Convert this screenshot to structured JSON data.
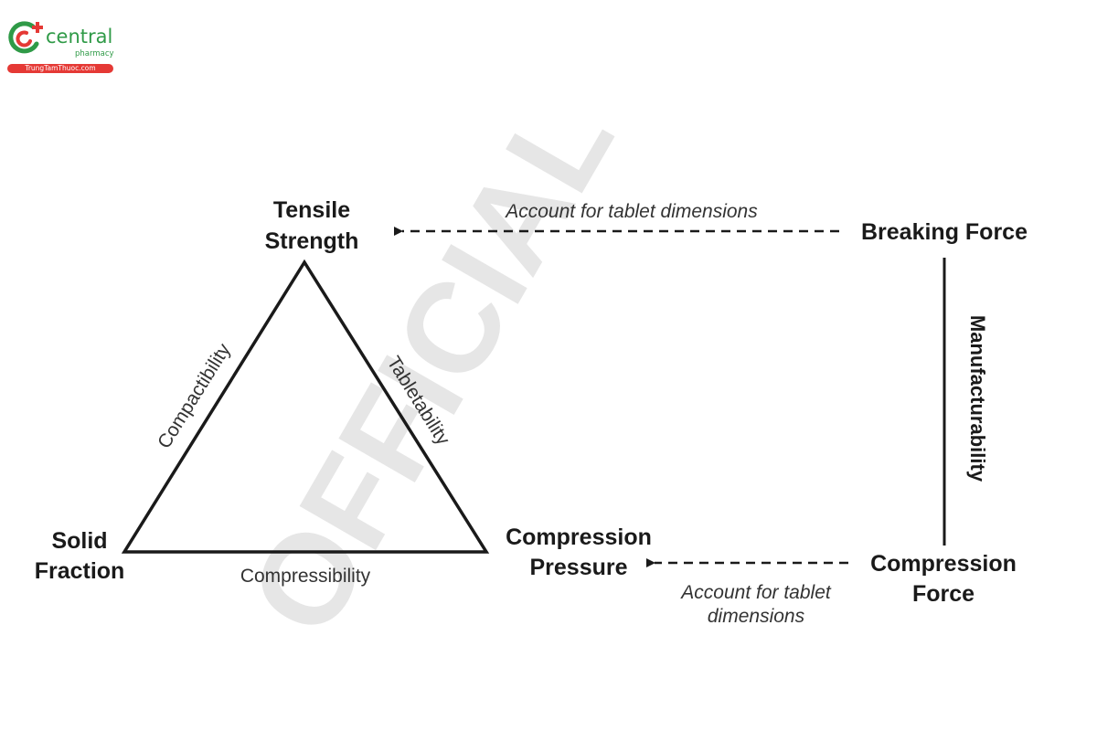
{
  "logo": {
    "brand": "central",
    "sub": "pharmacy",
    "site": "TrungTamThuoc.com",
    "colors": {
      "green": "#2f9a47",
      "red": "#e53935"
    }
  },
  "watermark": "OFFICIAL",
  "nodes": {
    "tensile_strength": [
      "Tensile",
      "Strength"
    ],
    "solid_fraction": [
      "Solid",
      "Fraction"
    ],
    "compression_pressure": [
      "Compression",
      "Pressure"
    ],
    "breaking_force": "Breaking Force",
    "compression_force": [
      "Compression",
      "Force"
    ]
  },
  "edges": {
    "compactibility": "Compactibility",
    "tabletability": "Tabletability",
    "compressibility": "Compressibility",
    "manufacturability": "Manufacturability"
  },
  "notes": {
    "top": "Account for tablet dimensions",
    "bottom": [
      "Account for tablet",
      "dimensions"
    ]
  }
}
